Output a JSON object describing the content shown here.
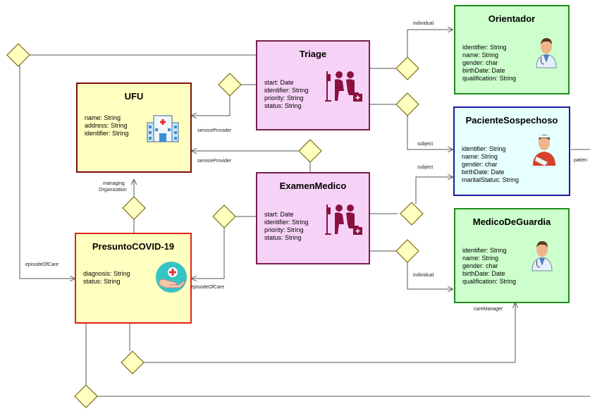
{
  "entities": {
    "orientador": {
      "title": "Orientador",
      "attributes": [
        "identifier: String",
        "name: String",
        "gender: char",
        "birthDate: Date",
        "qualification: String"
      ],
      "icon": "doctor-icon"
    },
    "paciente": {
      "title": "PacienteSospechoso",
      "attributes": [
        "identifier: String",
        "name: String",
        "gender: char",
        "birthDate: Date",
        "maritalStatus: String"
      ],
      "icon": "patient-icon"
    },
    "medico": {
      "title": "MedicoDeGuardia",
      "attributes": [
        "identifier: String",
        "name: String",
        "gender: char",
        "birthDate: Date",
        "qualification: String"
      ],
      "icon": "doctor-icon"
    },
    "triage": {
      "title": "Triage",
      "attributes": [
        "start: Date",
        "identifier: String",
        "priority: String",
        "status: String"
      ],
      "icon": "consultation-icon"
    },
    "examen": {
      "title": "ExamenMedico",
      "attributes": [
        "start: Date",
        "identifier: String",
        "priority: String",
        "status: String"
      ],
      "icon": "consultation-icon"
    },
    "ufu": {
      "title": "UFU",
      "attributes": [
        "name: String",
        "address: String",
        "identifier: String"
      ],
      "icon": "hospital-icon"
    },
    "presunto": {
      "title": "PresuntoCOVID-19",
      "attributes": [
        "diagnosis: String",
        "status: String"
      ],
      "icon": "care-hand-icon"
    }
  },
  "labels": {
    "individual_top": "individual",
    "subject_top": "subject",
    "subject_mid": "subject",
    "individual_bottom": "individual",
    "service_provider_1": "serviceProvider",
    "service_provider_2": "serviceProvider",
    "managing_org_1": "managing",
    "managing_org_2": "Organization",
    "episode_left": "episodeOfCare",
    "episode_mid": "episodeOfCare",
    "care_manager": "careManager",
    "patient_cut": "patien"
  },
  "colors": {
    "green_fill": "#ccffcc",
    "green_border": "#1e8c1e",
    "blue_fill": "#e6ffff",
    "blue_border": "#1a1aa0",
    "pink_fill": "#f7d2f7",
    "pink_border": "#7a1f4a",
    "yellow_fill": "#ffffc0",
    "ufu_border": "#7a1010",
    "presunto_border": "#e02020",
    "diamond_fill": "#ffffc0",
    "diamond_border": "#7a6a10",
    "line": "#555555"
  }
}
